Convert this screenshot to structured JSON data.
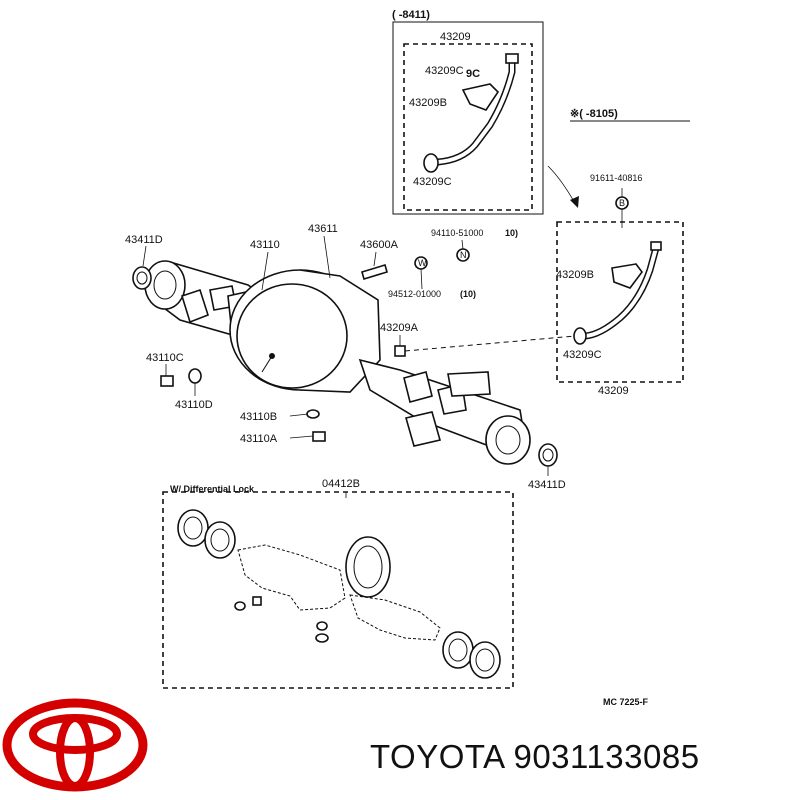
{
  "diagram": {
    "inset_top": {
      "header": "(        -8411)",
      "title": "43209",
      "parts": [
        "43209C",
        "9C",
        "43209B",
        "43209C"
      ]
    },
    "inset_right": {
      "header": "※(        -8105)",
      "ref": "91611-40816",
      "bolt": "B",
      "title": "43209",
      "parts": [
        "43209B",
        "43209C"
      ]
    },
    "main_labels": {
      "l1": "43411D",
      "l2": "43110",
      "l3": "43611",
      "l4": "43600A",
      "l5": "94110-51000",
      "l5q": "10)",
      "l6": "94512-01000",
      "l6q": "(10)",
      "l7": "43209A",
      "l8": "43110C",
      "l9": "43110D",
      "l10": "43110B",
      "l11": "43110A",
      "l12": "43411D",
      "nut": "N",
      "washer": "W"
    },
    "gasket_kit": {
      "title": "W/ Differential Lock",
      "part": "04412B"
    },
    "figure_code": "MC  7225-F"
  },
  "brand": {
    "logo": "toyota-logo",
    "text": "TOYOTA 9031133085",
    "color": "#d40000"
  }
}
